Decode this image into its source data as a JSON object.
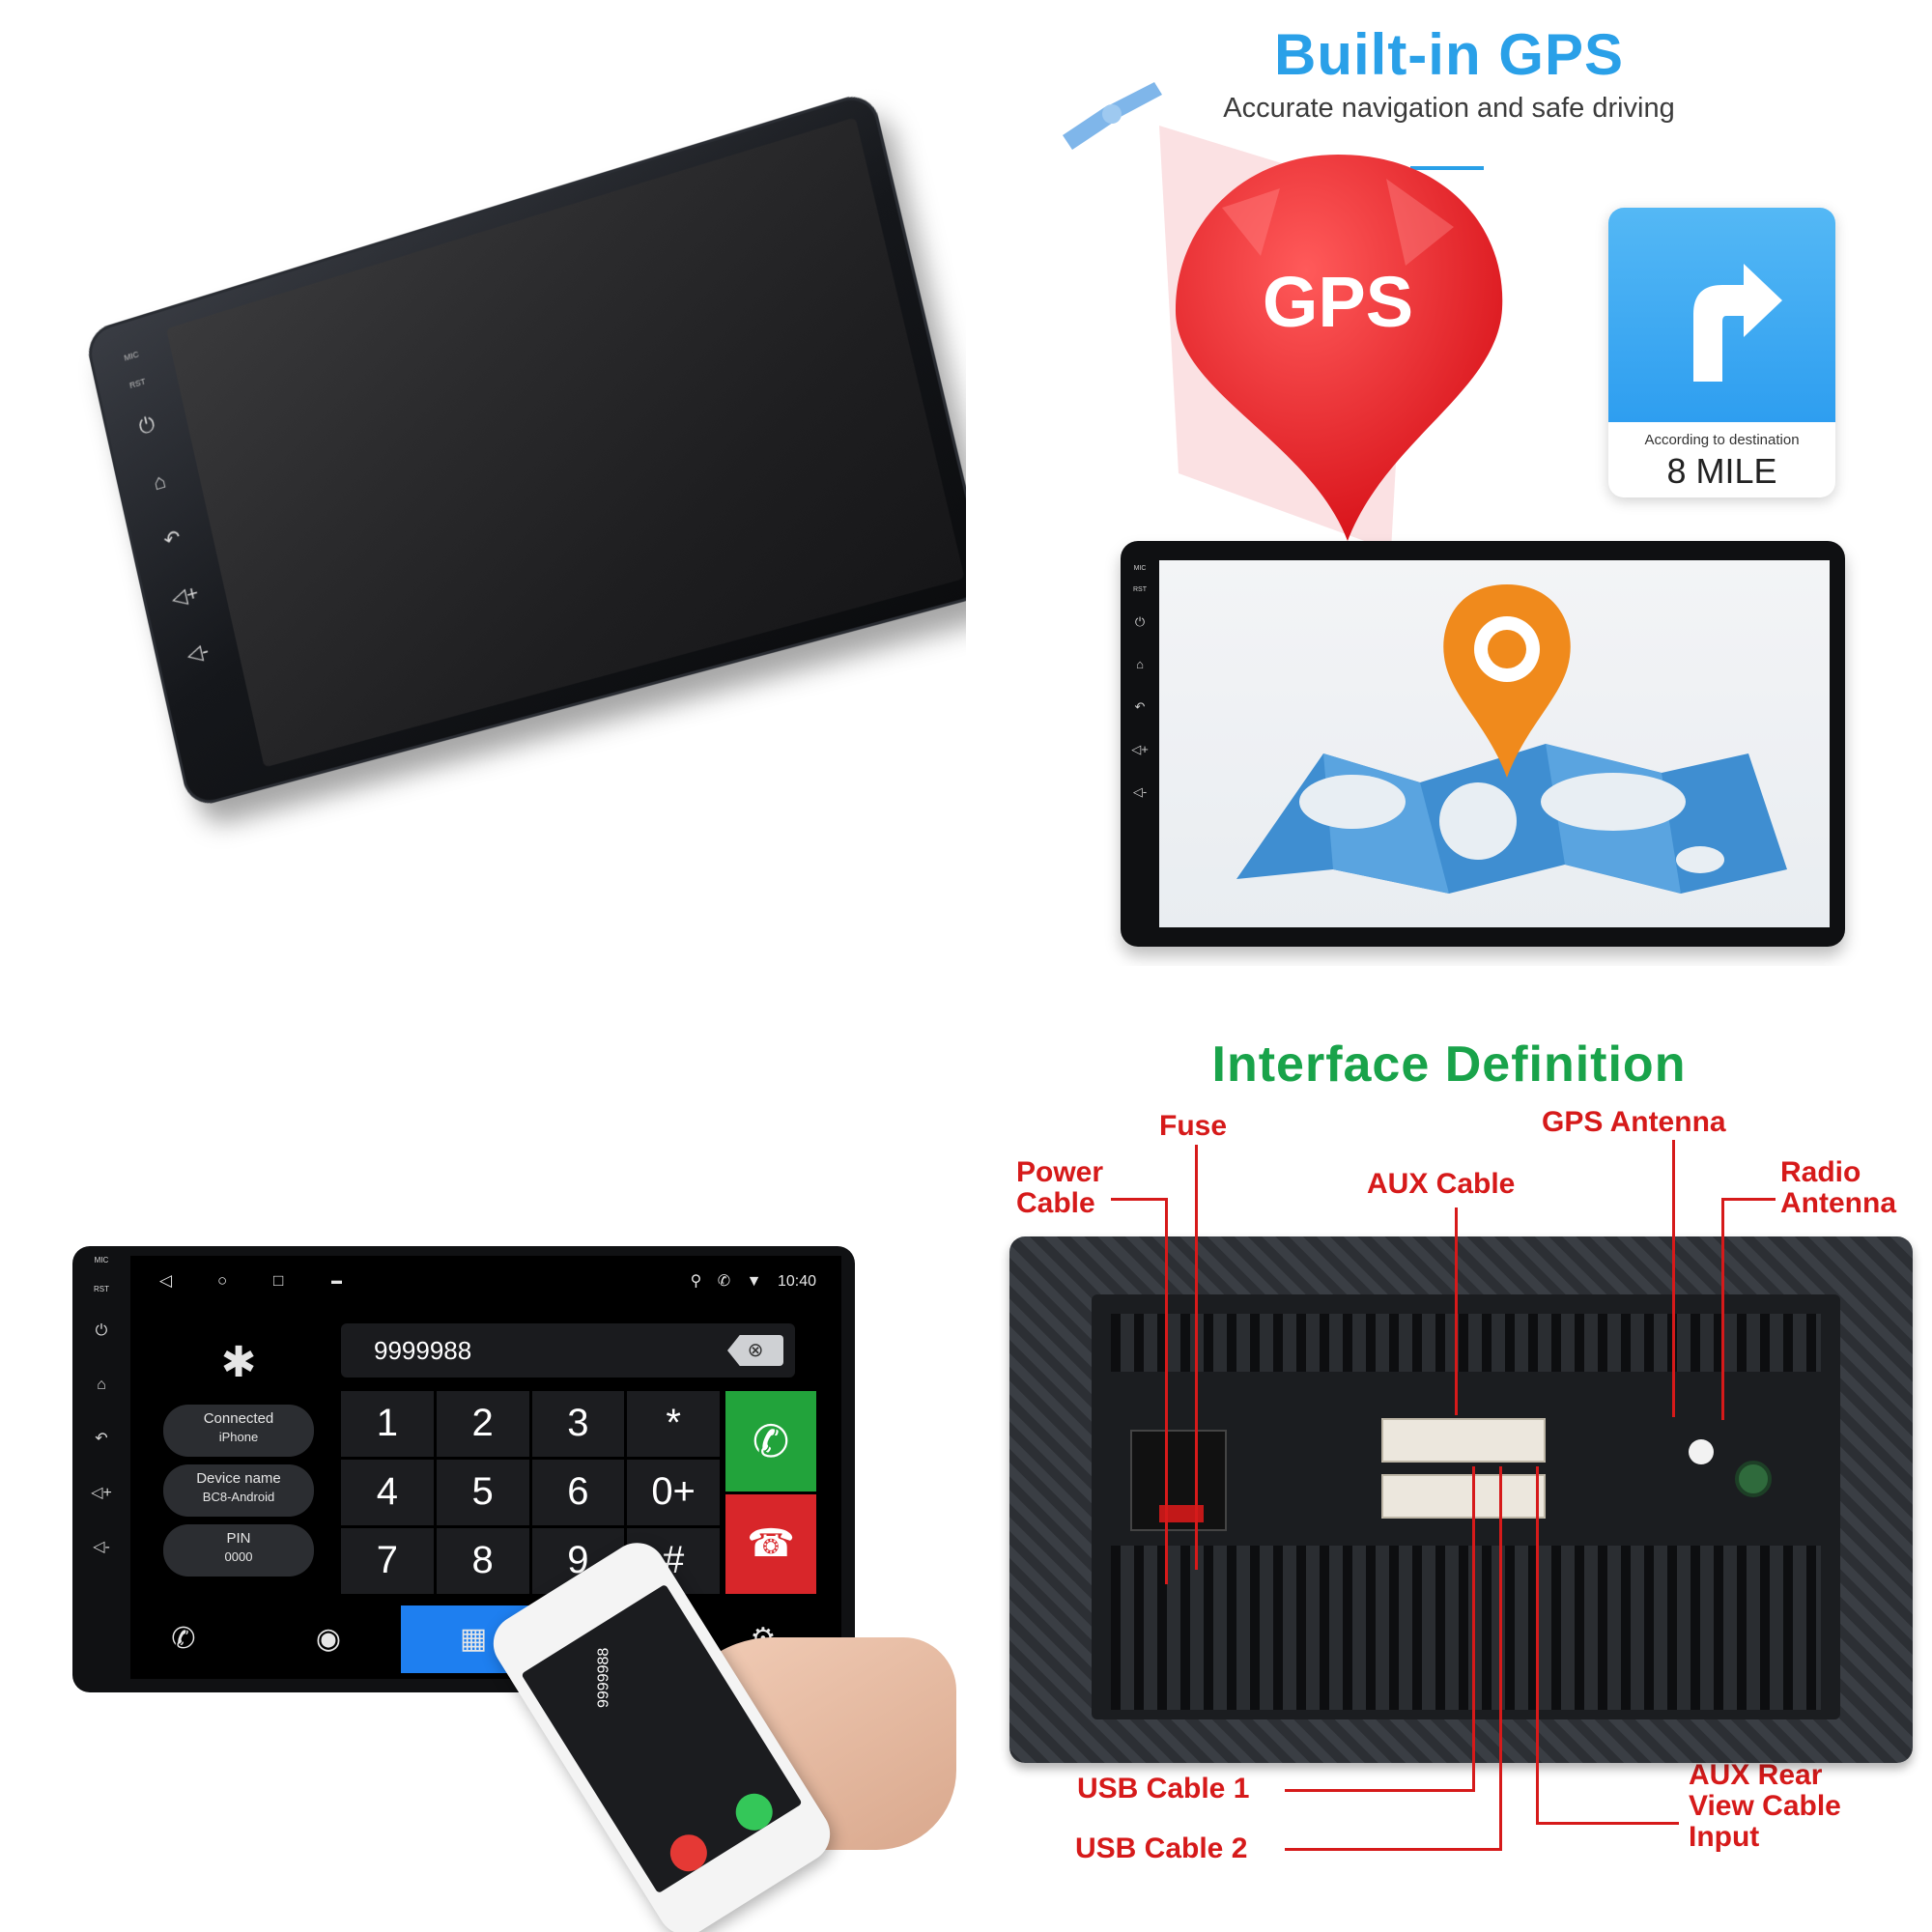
{
  "tilted_unit": {
    "side_labels": [
      "MIC",
      "RST"
    ],
    "side_icons": [
      "power-icon",
      "home-icon",
      "back-icon",
      "volume-up-icon",
      "volume-down-icon"
    ]
  },
  "gps": {
    "title": "Built-in GPS",
    "subtitle": "Accurate navigation and safe driving",
    "pin_label": "GPS",
    "card": {
      "caption": "According to destination",
      "distance": "8 MILE"
    },
    "accent_color": "#2aa0e8",
    "pin_color": "#e8262b",
    "side_labels": [
      "MIC",
      "RST"
    ]
  },
  "dialer": {
    "side_labels": [
      "MIC",
      "RST"
    ],
    "time": "10:40",
    "number": "9999988",
    "pills": [
      {
        "label": "Connected",
        "value": "iPhone"
      },
      {
        "label": "Device name",
        "value": "BC8-Android"
      },
      {
        "label": "PIN",
        "value": "0000"
      }
    ],
    "keys": [
      "1",
      "2",
      "3",
      "*",
      "4",
      "5",
      "6",
      "0+",
      "7",
      "8",
      "9",
      "#"
    ],
    "tabs": [
      "call-log-icon",
      "contacts-icon",
      "dialpad-icon",
      "bluetooth-music-icon",
      "settings-icon"
    ],
    "active_tab": 2,
    "call_color": "#22a33b",
    "end_color": "#d8262a",
    "phone_number": "9999988"
  },
  "interface": {
    "title": "Interface Definition",
    "title_color": "#19a34a",
    "label_color": "#d61a1a",
    "labels": {
      "fuse": "Fuse",
      "gps_antenna": "GPS Antenna",
      "power_cable_1": "Power",
      "power_cable_2": "Cable",
      "aux_cable": "AUX Cable",
      "radio_antenna_1": "Radio",
      "radio_antenna_2": "Antenna",
      "usb1": "USB Cable 1",
      "usb2": "USB Cable 2",
      "aux_rear_1": "AUX Rear",
      "aux_rear_2": "View Cable",
      "aux_rear_3": "Input"
    }
  }
}
